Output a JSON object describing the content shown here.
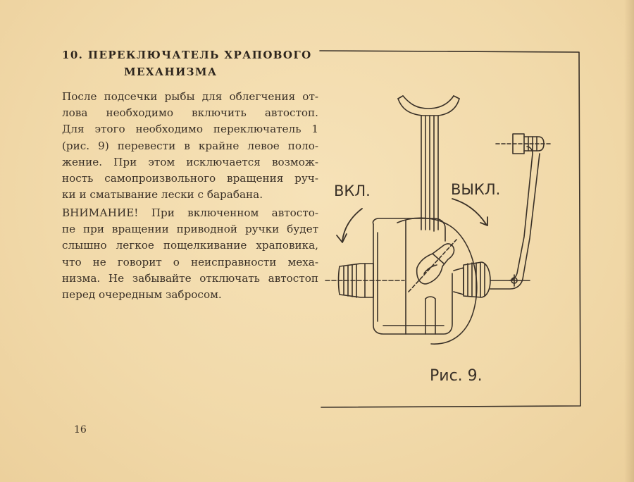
{
  "heading": {
    "line1": "10. ПЕРЕКЛЮЧАТЕЛЬ ХРАПОВОГО",
    "line2": "МЕХАНИЗМА"
  },
  "paragraph1": [
    "После подсечки рыбы для облегчения от-",
    "лова необходимо включить автостоп.",
    "Для этого необходимо переключатель 1",
    "(рис. 9) перевести в крайне левое поло-",
    "жение. При этом исключается возмож-",
    "ность самопроизвольного вращения руч-",
    "ки и сматывание лески с барабана."
  ],
  "paragraph2": [
    "ВНИМАНИЕ! При включенном автосто-",
    "пе при вращении приводной ручки будет",
    "слышно легкое пощелкивание храповика,",
    "что не говорит о неисправности меха-",
    "низма. Не забывайте отключать автостоп",
    " перед очередным забросом."
  ],
  "figure": {
    "label_on": "ВКЛ.",
    "label_off": "ВЫКЛ.",
    "caption": "Рис. 9."
  },
  "page_number": "16"
}
